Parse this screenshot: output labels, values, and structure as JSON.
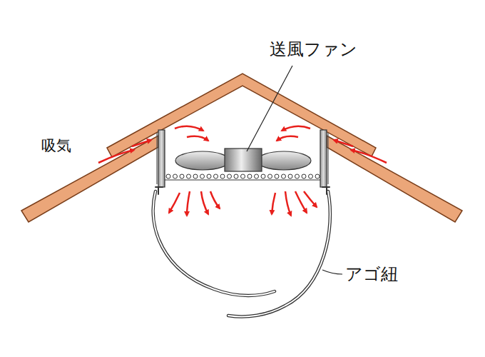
{
  "diagram": {
    "labels": [
      "吸気",
      "送風ファン",
      "アゴ紐"
    ]
  }
}
